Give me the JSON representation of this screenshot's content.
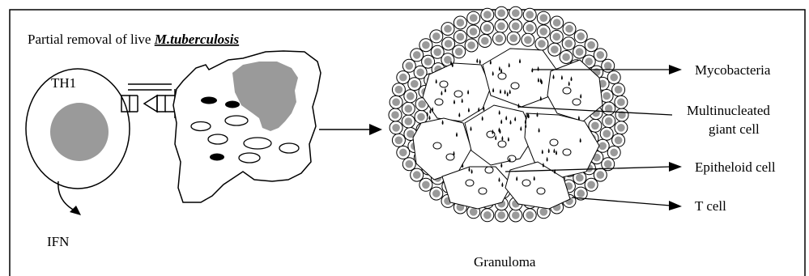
{
  "title": {
    "prefix": "Partial removal of live ",
    "organism": "M.tuberculosis"
  },
  "th1_label": "TH1",
  "ifn_label": "IFN",
  "granuloma_label": "Granuloma",
  "labels": {
    "mycobacteria": "Mycobacteria",
    "giant_cell_line1": "Multinucleated",
    "giant_cell_line2": "giant cell",
    "epitheloid": "Epitheloid cell",
    "t_cell": "T cell"
  },
  "colors": {
    "ink": "#000000",
    "nucleus_gray": "#9a9a9a",
    "tcell_fill": "#d0d0d0",
    "paper": "#ffffff"
  }
}
